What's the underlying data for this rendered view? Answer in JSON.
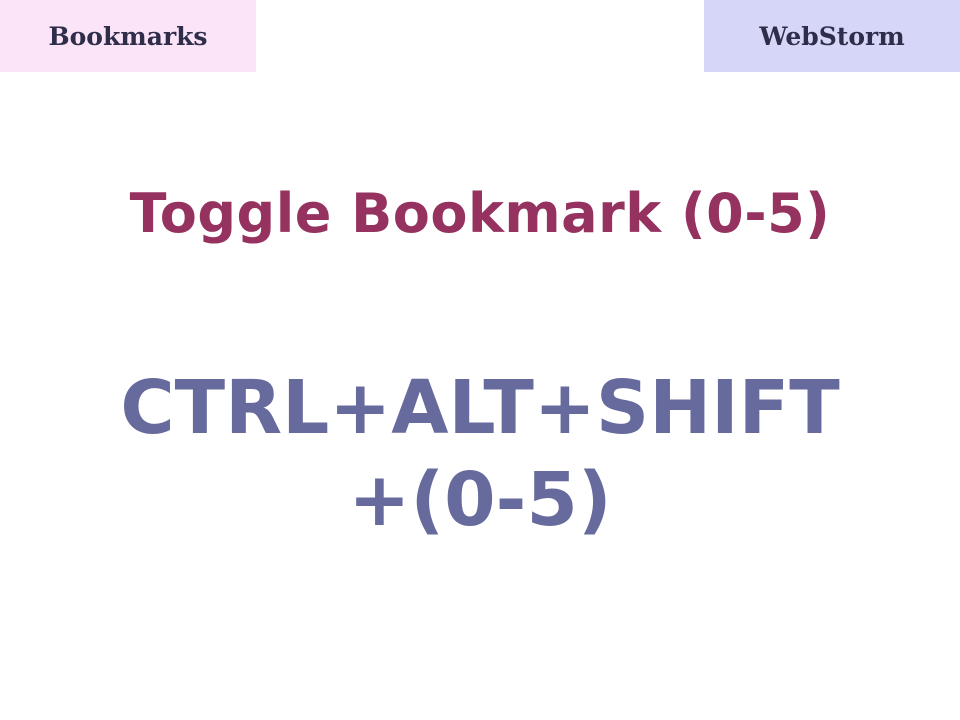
{
  "header": {
    "left_tab": "Bookmarks",
    "right_tab": "WebStorm"
  },
  "main": {
    "title": "Toggle Bookmark (0-5)",
    "shortcut_line1": "CTRL+ALT+SHIFT",
    "shortcut_line2": "+(0-5)"
  },
  "colors": {
    "left_tab_bg": "#fbe3f8",
    "right_tab_bg": "#d6d6f8",
    "title": "#96325f",
    "shortcut": "#676a9c"
  }
}
